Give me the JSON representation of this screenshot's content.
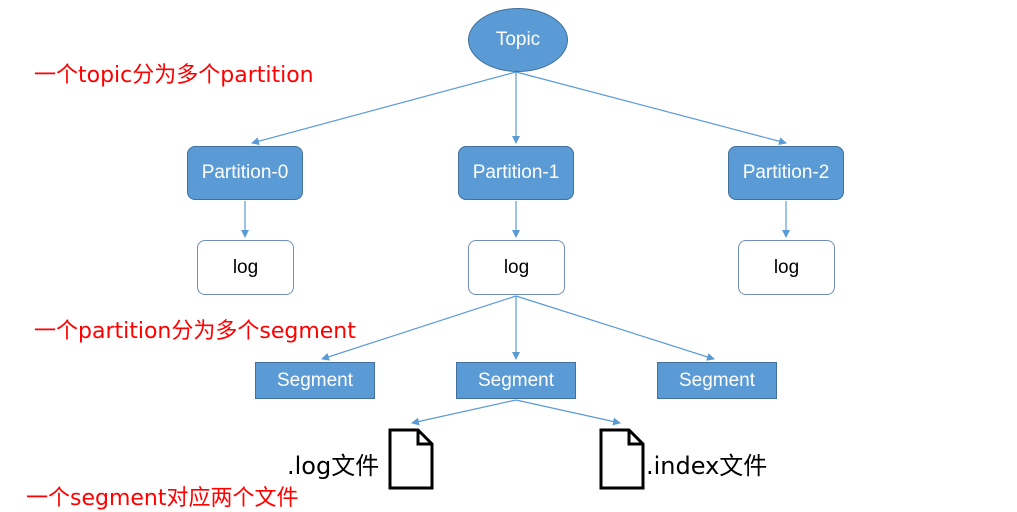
{
  "diagram": {
    "topic": {
      "label": "Topic"
    },
    "partitions": [
      {
        "label": "Partition-0",
        "log_label": "log"
      },
      {
        "label": "Partition-1",
        "log_label": "log"
      },
      {
        "label": "Partition-2",
        "log_label": "log"
      }
    ],
    "segments": [
      {
        "label": "Segment"
      },
      {
        "label": "Segment"
      },
      {
        "label": "Segment"
      }
    ],
    "files": [
      {
        "label": ".log文件",
        "icon": "document-icon"
      },
      {
        "label": ".index文件",
        "icon": "document-icon"
      }
    ],
    "notes": {
      "topic_note": "一个topic分为多个partition",
      "partition_note": "一个partition分为多个segment",
      "segment_note": "一个segment对应两个文件"
    },
    "colors": {
      "node_fill": "#5b9bd5",
      "node_border": "#41719c",
      "edge": "#5b9bd5",
      "note_text": "#ff0000"
    }
  }
}
